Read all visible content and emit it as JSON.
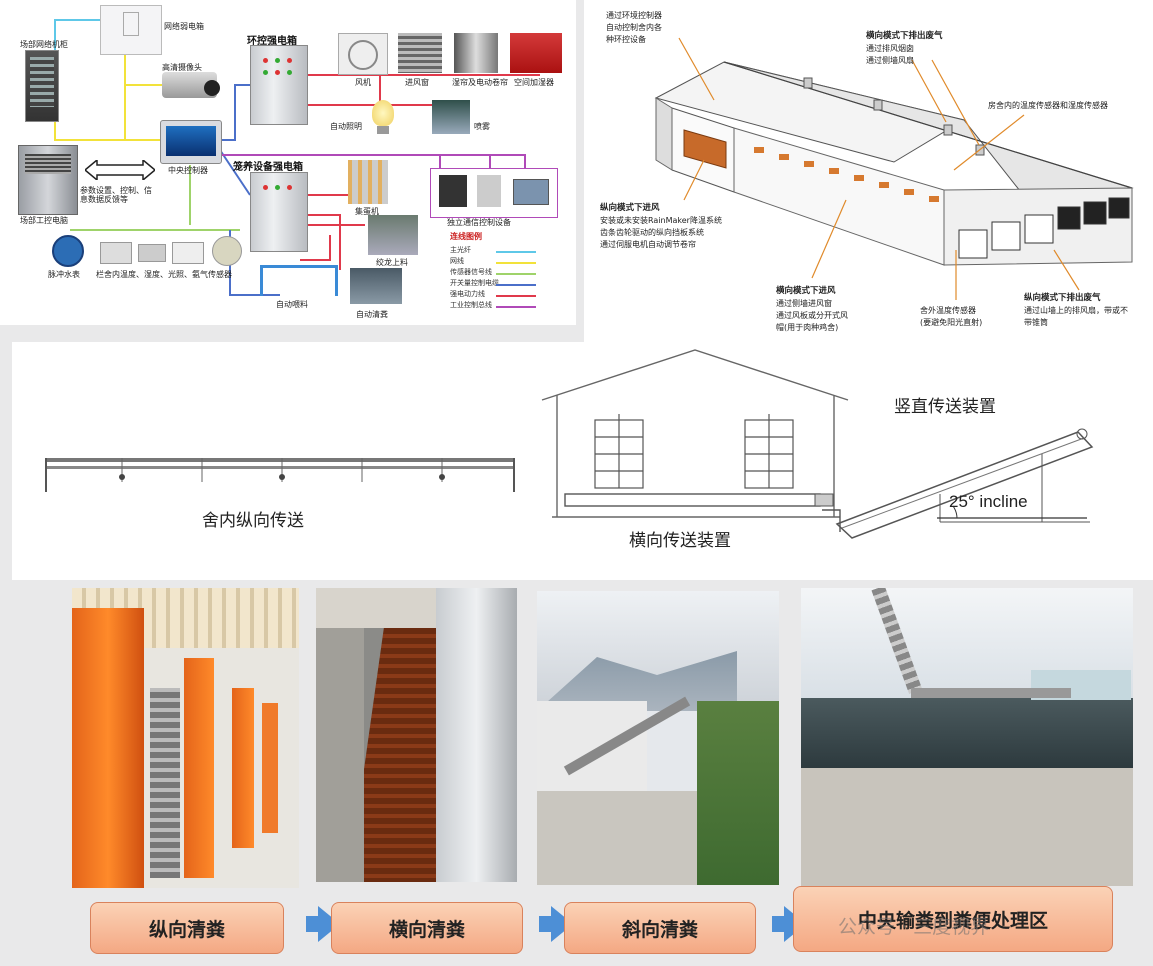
{
  "panel1": {
    "items": {
      "switch_cabinet": "场部网络机柜",
      "network_switch": "网络弱电箱",
      "hd_camera": "高清摄像头",
      "env_box": "环控强电箱",
      "fan": "风机",
      "air_inlet": "进风窗",
      "curtain": "湿帘及电动卷帘",
      "humidifier": "空间加湿器",
      "lighting": "自动照明",
      "spray": "喷雾",
      "central_controller": "中央控制器",
      "industrial_pc": "场部工控电脑",
      "params_note": "参数设置、控制、信息数据反馈等",
      "cage_box": "笼养设备强电箱",
      "collector": "集蛋机",
      "independent_device": "独立通信控制设备",
      "auger": "绞龙上料",
      "water_meter": "脉冲水表",
      "sensors": "栏舍内温度、湿度、光照、氨气传感器",
      "auto_feed": "自动喂料",
      "auto_clean": "自动清粪"
    },
    "legend": {
      "title": "连线图例",
      "items": [
        {
          "label": "主光纤",
          "color": "#5ec8e8"
        },
        {
          "label": "网线",
          "color": "#f2e23a"
        },
        {
          "label": "传感器信号线",
          "color": "#9fd36a"
        },
        {
          "label": "开关量控制电缆",
          "color": "#4b6fc9"
        },
        {
          "label": "强电动力线",
          "color": "#e0394b"
        },
        {
          "label": "工业控制总线",
          "color": "#b04ab8"
        }
      ]
    }
  },
  "panel2": {
    "ann_top_left": [
      "通过环境控制器",
      "自动控制舍内各",
      "种环控设备"
    ],
    "ann_top_mid_title": "横向模式下排出废气",
    "ann_top_mid": [
      "通过排风烟囱",
      "通过侧墙风扇"
    ],
    "ann_sensor": "房舍内的温度传感器和湿度传感器",
    "ann_long_in_title": "纵向模式下进风",
    "ann_long_in": [
      "安装或未安装RainMaker降温系统",
      "齿条齿轮驱动的纵向挡板系统",
      "通过伺服电机自动调节卷帘"
    ],
    "ann_side_in_title": "横向模式下进风",
    "ann_side_in": [
      "通过侧墙进风窗",
      "通过风板或分开式风",
      "帽(用于肉种鸡舍)"
    ],
    "ann_outside": [
      "舍外温度传感器",
      "(要避免阳光直射)"
    ],
    "ann_long_out_title": "纵向模式下排出废气",
    "ann_long_out": [
      "通过山墙上的排风扇，带或不",
      "带锥筒"
    ]
  },
  "panel3": {
    "long_conveyor": "舍内纵向传送",
    "cross_conveyor": "横向传送装置",
    "vertical_conveyor": "竖直传送装置",
    "incline": "25° incline"
  },
  "steps": [
    "纵向清粪",
    "横向清粪",
    "斜向清粪",
    "中央输粪到粪便处理区"
  ],
  "watermark": "公众号 · 三度视界"
}
